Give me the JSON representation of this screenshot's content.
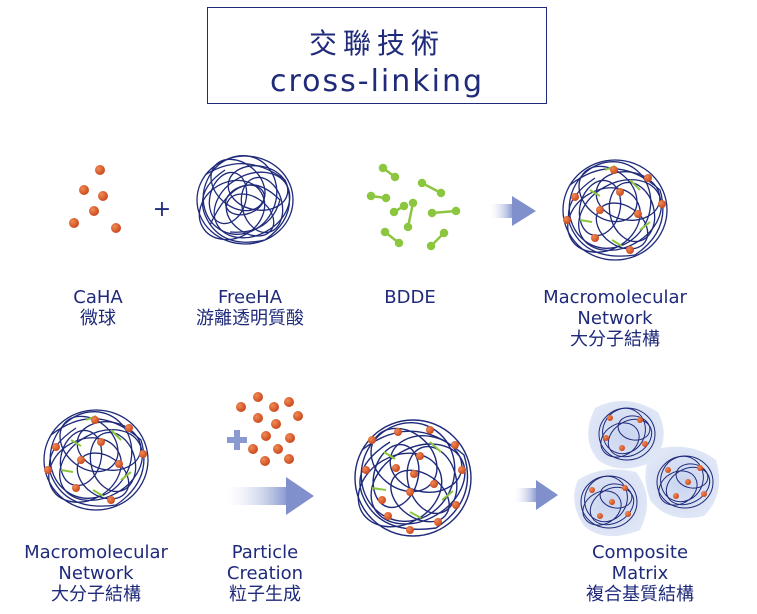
{
  "title": {
    "zh": "交聯技術",
    "en": "cross-linking"
  },
  "row1": {
    "caha": {
      "en": "CaHA",
      "zh": "微球"
    },
    "plus": "+",
    "freeha": {
      "en": "FreeHA",
      "zh": "游離透明質酸"
    },
    "bdde": {
      "en": "BDDE"
    },
    "network": {
      "en1": "Macromolecular",
      "en2": "Network",
      "zh": "大分子結構"
    }
  },
  "row2": {
    "network": {
      "en1": "Macromolecular",
      "en2": "Network",
      "zh": "大分子結構"
    },
    "particle": {
      "en1": "Particle",
      "en2": "Creation",
      "zh": "粒子生成"
    },
    "composite": {
      "en1": "Composite",
      "en2": "Matrix",
      "zh": "複合基質結構"
    }
  },
  "colors": {
    "navy": "#1f2a7a",
    "orange": "#d9541e",
    "green": "#8cc63f",
    "arrow": "#8a9ad0",
    "halo": "#b8c6e8"
  }
}
